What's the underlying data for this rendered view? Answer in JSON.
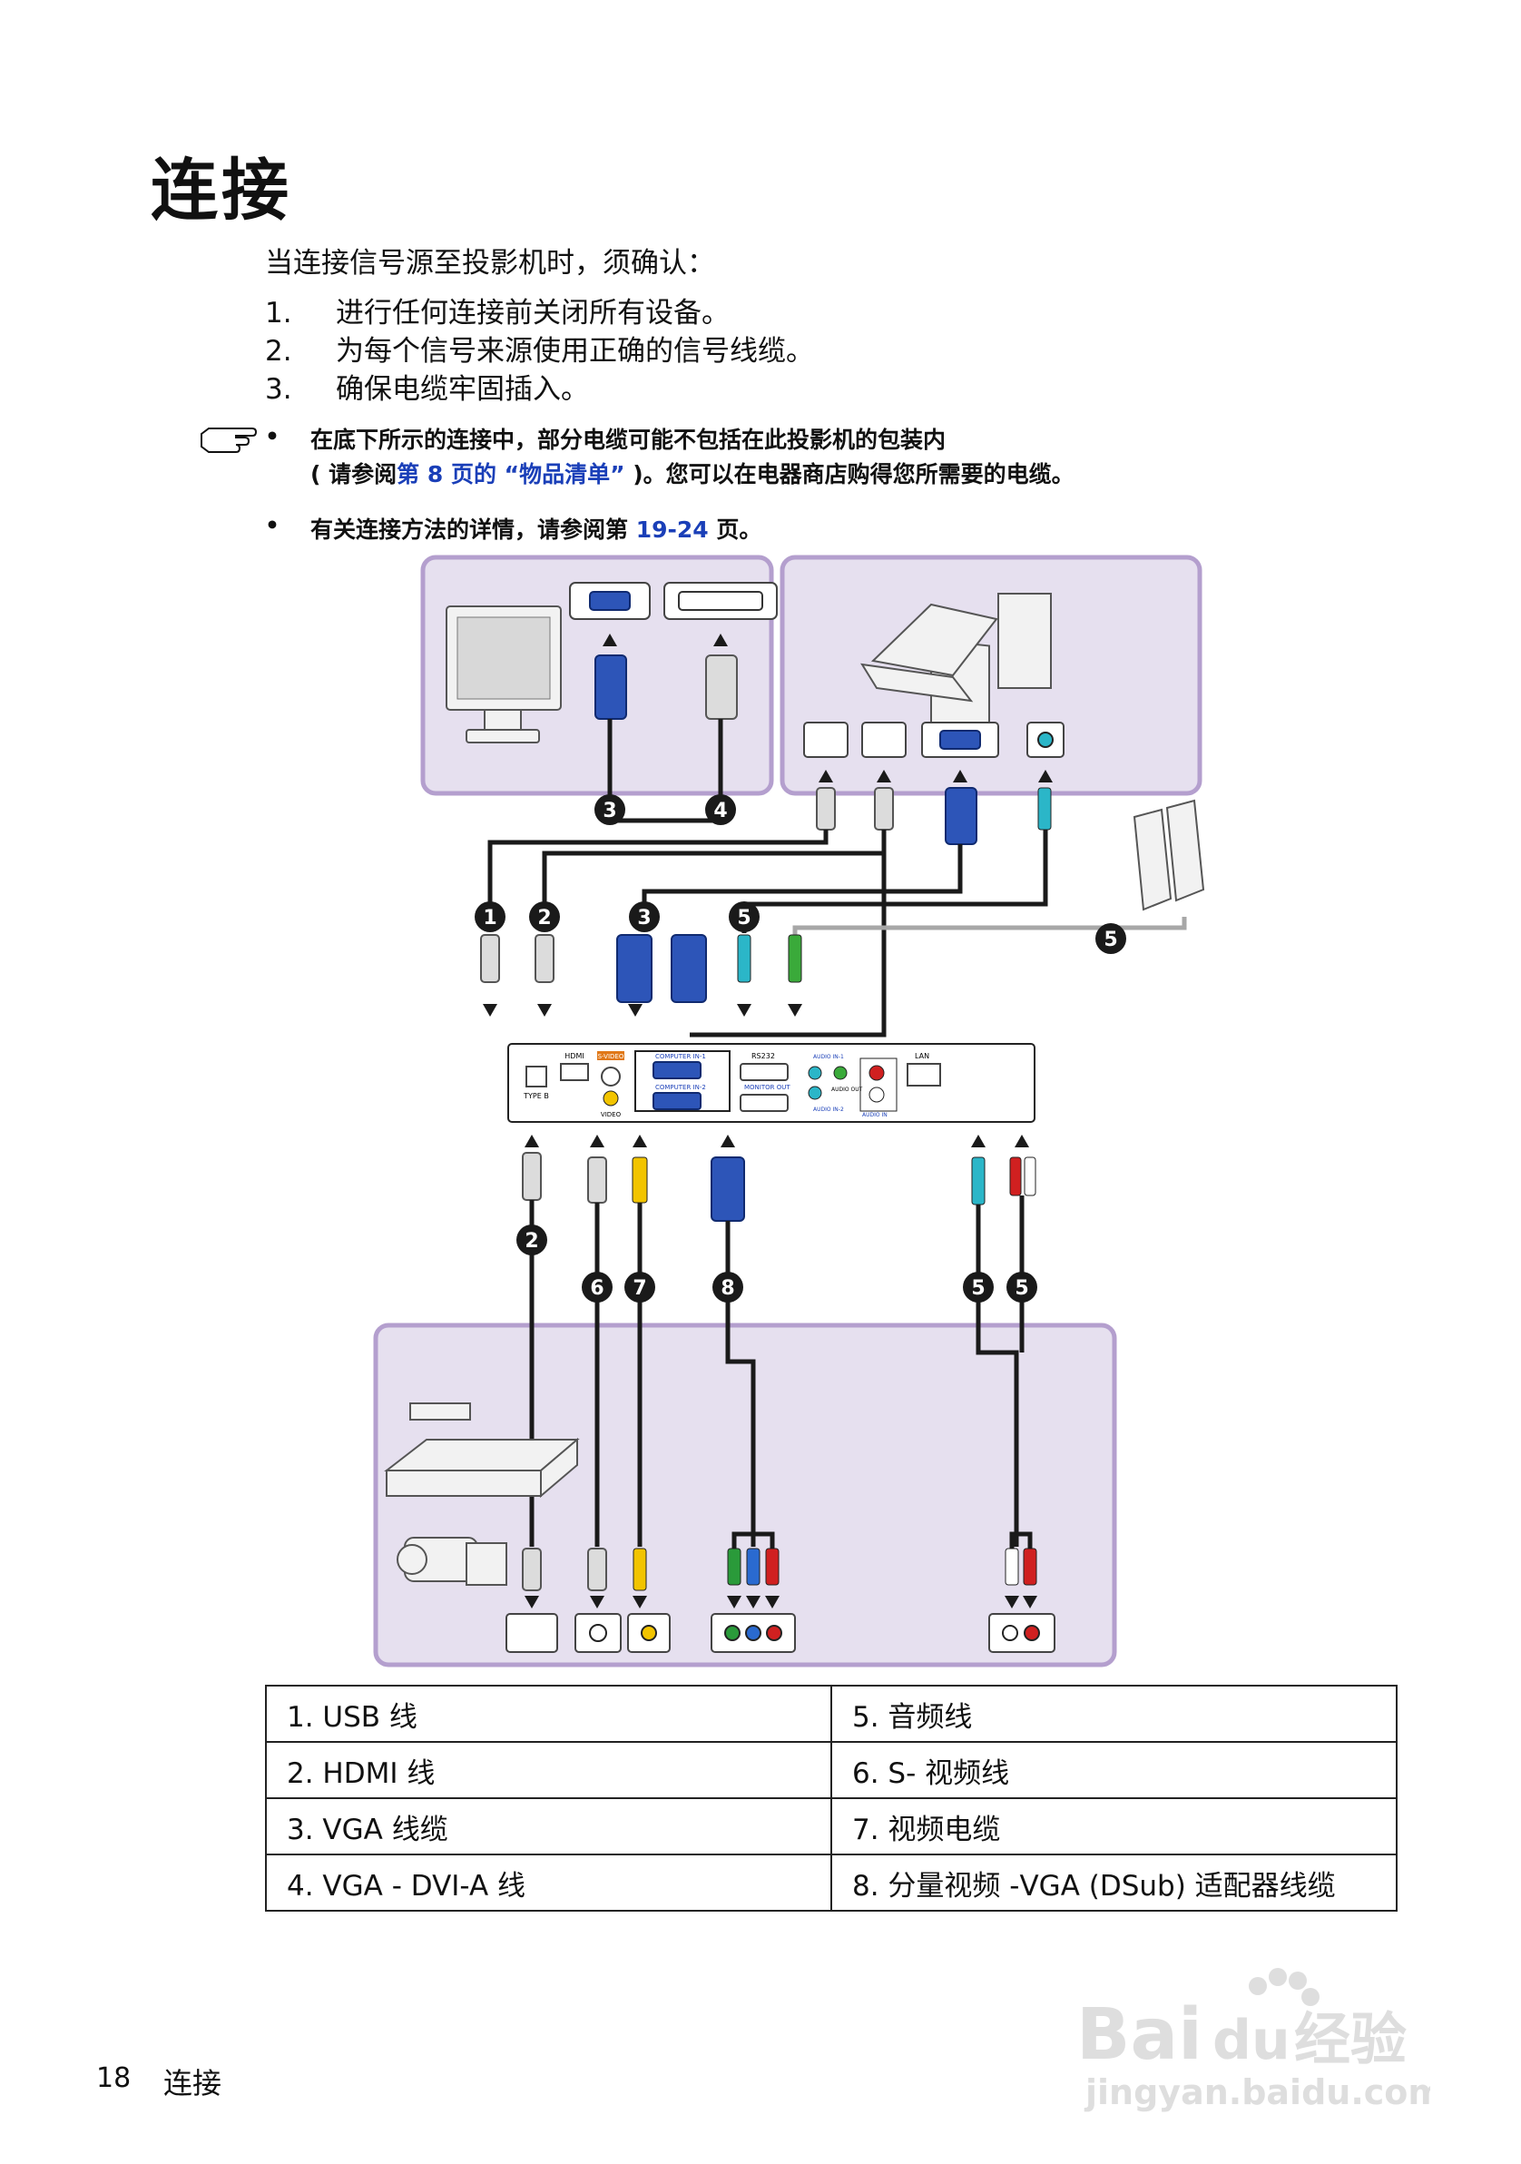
{
  "page": {
    "title": "连接",
    "intro": "当连接信号源至投影机时，须确认：",
    "steps": [
      {
        "num": "1.",
        "text": "进行任何连接前关闭所有设备。"
      },
      {
        "num": "2.",
        "text": "为每个信号来源使用正确的信号线缆。"
      },
      {
        "num": "3.",
        "text": "确保电缆牢固插入。"
      }
    ]
  },
  "note": {
    "icon": "pointing-hand-icon",
    "bullet": "•",
    "line1": "在底下所示的连接中，部分电缆可能不包括在此投影机的包装内",
    "line2_prefix": "( 请参阅",
    "line2_link": "第 8 页的 “物品清单”",
    "line2_suffix": " )。您可以在电器商店购得您所需要的电缆。",
    "item2_prefix": "有关连接方法的详情，请参阅第 ",
    "item2_link": "19-24",
    "item2_suffix": " 页。"
  },
  "diagram": {
    "badges": [
      "1",
      "2",
      "3",
      "4",
      "5",
      "6",
      "7",
      "8"
    ],
    "port_labels": [
      "HDMI",
      "S-VIDEO",
      "VIDEO",
      "COMPUTER IN-1",
      "COMPUTER IN-2",
      "RS232",
      "MONITOR OUT",
      "AUDIO IN-1",
      "AUDIO IN-2",
      "AUDIO OUT",
      "AUDIO IN",
      "LAN",
      "TYPE B"
    ],
    "colors": {
      "panel_bg": "#e6e0ef",
      "panel_border": "#b49fce",
      "vga_blue": "#2d55b8",
      "rca_yellow": "#f2c400",
      "rca_red": "#d02020",
      "rca_green": "#2a9a3a",
      "rca_blue": "#2a6ad0"
    }
  },
  "legend": {
    "rows": [
      {
        "left": "1. USB 线",
        "right": "5. 音频线"
      },
      {
        "left": "2. HDMI 线",
        "right": "6. S- 视频线"
      },
      {
        "left": "3. VGA 线缆",
        "right": "7. 视频电缆"
      },
      {
        "left": "4. VGA - DVI-A 线",
        "right": "8. 分量视频 -VGA (DSub) 适配器线缆"
      }
    ]
  },
  "footer": {
    "page_num": "18",
    "section": "连接"
  },
  "watermark": {
    "line1": "Bai",
    "line2": "du",
    "line3": "经验",
    "url": "jingyan.baidu.com"
  }
}
